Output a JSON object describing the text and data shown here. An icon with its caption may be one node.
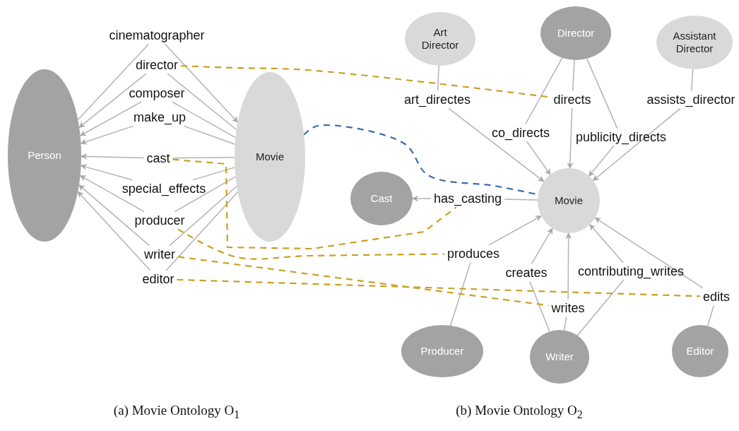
{
  "diagram": {
    "nodes": [
      {
        "text": [
          "Person"
        ]
      },
      {
        "text": [
          "Movie"
        ]
      },
      {
        "text": [
          "cinematographer"
        ]
      },
      {
        "text": [
          "director"
        ]
      },
      {
        "text": [
          "composer"
        ]
      },
      {
        "text": [
          "make_up"
        ]
      },
      {
        "text": [
          "cast"
        ]
      },
      {
        "text": [
          "special_effects"
        ]
      },
      {
        "text": [
          "producer"
        ]
      },
      {
        "text": [
          "writer"
        ]
      },
      {
        "text": [
          "editor"
        ]
      },
      {
        "text": [
          "Art Director"
        ]
      },
      {
        "text": [
          "Director"
        ]
      },
      {
        "text": [
          "Assistant Director"
        ]
      },
      {
        "text": [
          "Cast"
        ]
      },
      {
        "text": [
          "Movie"
        ]
      },
      {
        "text": [
          "Producer"
        ]
      },
      {
        "text": [
          "Writer"
        ]
      },
      {
        "text": [
          "Editor"
        ]
      },
      {
        "text": [
          "art_directes"
        ]
      },
      {
        "text": [
          "directs"
        ]
      },
      {
        "text": [
          "assists_director"
        ]
      },
      {
        "text": [
          "co_directs"
        ]
      },
      {
        "text": [
          "publicity_directs"
        ]
      },
      {
        "text": [
          "has_casting"
        ]
      },
      {
        "text": [
          "produces"
        ]
      },
      {
        "text": [
          "creates"
        ]
      },
      {
        "text": [
          "contributing_writes"
        ]
      },
      {
        "text": [
          "writes"
        ]
      },
      {
        "text": [
          "edits"
        ]
      }
    ],
    "edges": [
      {
        "from": 0,
        "to": 2,
        "arrow": "none"
      },
      {
        "from": 2,
        "to": 1,
        "arrow": "to"
      },
      {
        "from": 1,
        "to": 3,
        "arrow": "none"
      },
      {
        "from": 3,
        "to": 0,
        "arrow": "to"
      },
      {
        "from": 1,
        "to": 4,
        "arrow": "none"
      },
      {
        "from": 4,
        "to": 0,
        "arrow": "to"
      },
      {
        "from": 1,
        "to": 5,
        "arrow": "none"
      },
      {
        "from": 5,
        "to": 0,
        "arrow": "to"
      },
      {
        "from": 1,
        "to": 6,
        "arrow": "none"
      },
      {
        "from": 6,
        "to": 0,
        "arrow": "to"
      },
      {
        "from": 1,
        "to": 7,
        "arrow": "none"
      },
      {
        "from": 7,
        "to": 0,
        "arrow": "to"
      },
      {
        "from": 1,
        "to": 8,
        "arrow": "none"
      },
      {
        "from": 8,
        "to": 0,
        "arrow": "to"
      },
      {
        "from": 1,
        "to": 9,
        "arrow": "none"
      },
      {
        "from": 9,
        "to": 0,
        "arrow": "to"
      },
      {
        "from": 1,
        "to": 10,
        "arrow": "none"
      },
      {
        "from": 10,
        "to": 0,
        "arrow": "to"
      },
      {
        "from": 11,
        "to": 19,
        "arrow": "none"
      },
      {
        "from": 19,
        "to": 15,
        "arrow": "to"
      },
      {
        "from": 12,
        "to": 20,
        "arrow": "none"
      },
      {
        "from": 20,
        "to": 15,
        "arrow": "to"
      },
      {
        "from": 12,
        "to": 22,
        "arrow": "none"
      },
      {
        "from": 22,
        "to": 15,
        "arrow": "to"
      },
      {
        "from": 12,
        "to": 23,
        "arrow": "none"
      },
      {
        "from": 23,
        "to": 15,
        "arrow": "to"
      },
      {
        "from": 13,
        "to": 21,
        "arrow": "none"
      },
      {
        "from": 21,
        "to": 15,
        "arrow": "to"
      },
      {
        "from": 15,
        "to": 24,
        "arrow": "none"
      },
      {
        "from": 24,
        "to": 14,
        "arrow": "to"
      },
      {
        "from": 16,
        "to": 25,
        "arrow": "none"
      },
      {
        "from": 25,
        "to": 15,
        "arrow": "to"
      },
      {
        "from": 17,
        "to": 26,
        "arrow": "none"
      },
      {
        "from": 26,
        "to": 15,
        "arrow": "to"
      },
      {
        "from": 17,
        "to": 27,
        "arrow": "none"
      },
      {
        "from": 27,
        "to": 15,
        "arrow": "to"
      },
      {
        "from": 17,
        "to": 28,
        "arrow": "none"
      },
      {
        "from": 28,
        "to": 15,
        "arrow": "to"
      },
      {
        "from": 18,
        "to": 29,
        "arrow": "none"
      },
      {
        "from": 29,
        "to": 15,
        "arrow": "to"
      },
      {
        "from": 3,
        "to": 20,
        "arrow": "none",
        "style": "dashed",
        "color": "#c9a023"
      },
      {
        "from": 6,
        "to": 24,
        "arrow": "none",
        "style": "dashed",
        "color": "#c9a023"
      },
      {
        "from": 8,
        "to": 25,
        "arrow": "none",
        "style": "dashed",
        "color": "#c9a023"
      },
      {
        "from": 9,
        "to": 28,
        "arrow": "none",
        "style": "dashed",
        "color": "#c9a023"
      },
      {
        "from": 10,
        "to": 29,
        "arrow": "none",
        "style": "dashed",
        "color": "#c9a023"
      },
      {
        "from": 1,
        "to": 15,
        "arrow": "none",
        "style": "dashed",
        "color": "#3b6db0"
      }
    ],
    "labels": [
      "(a) Movie Ontology O$_{1}$",
      "(b) Movie Ontology O$_{2}$"
    ]
  }
}
